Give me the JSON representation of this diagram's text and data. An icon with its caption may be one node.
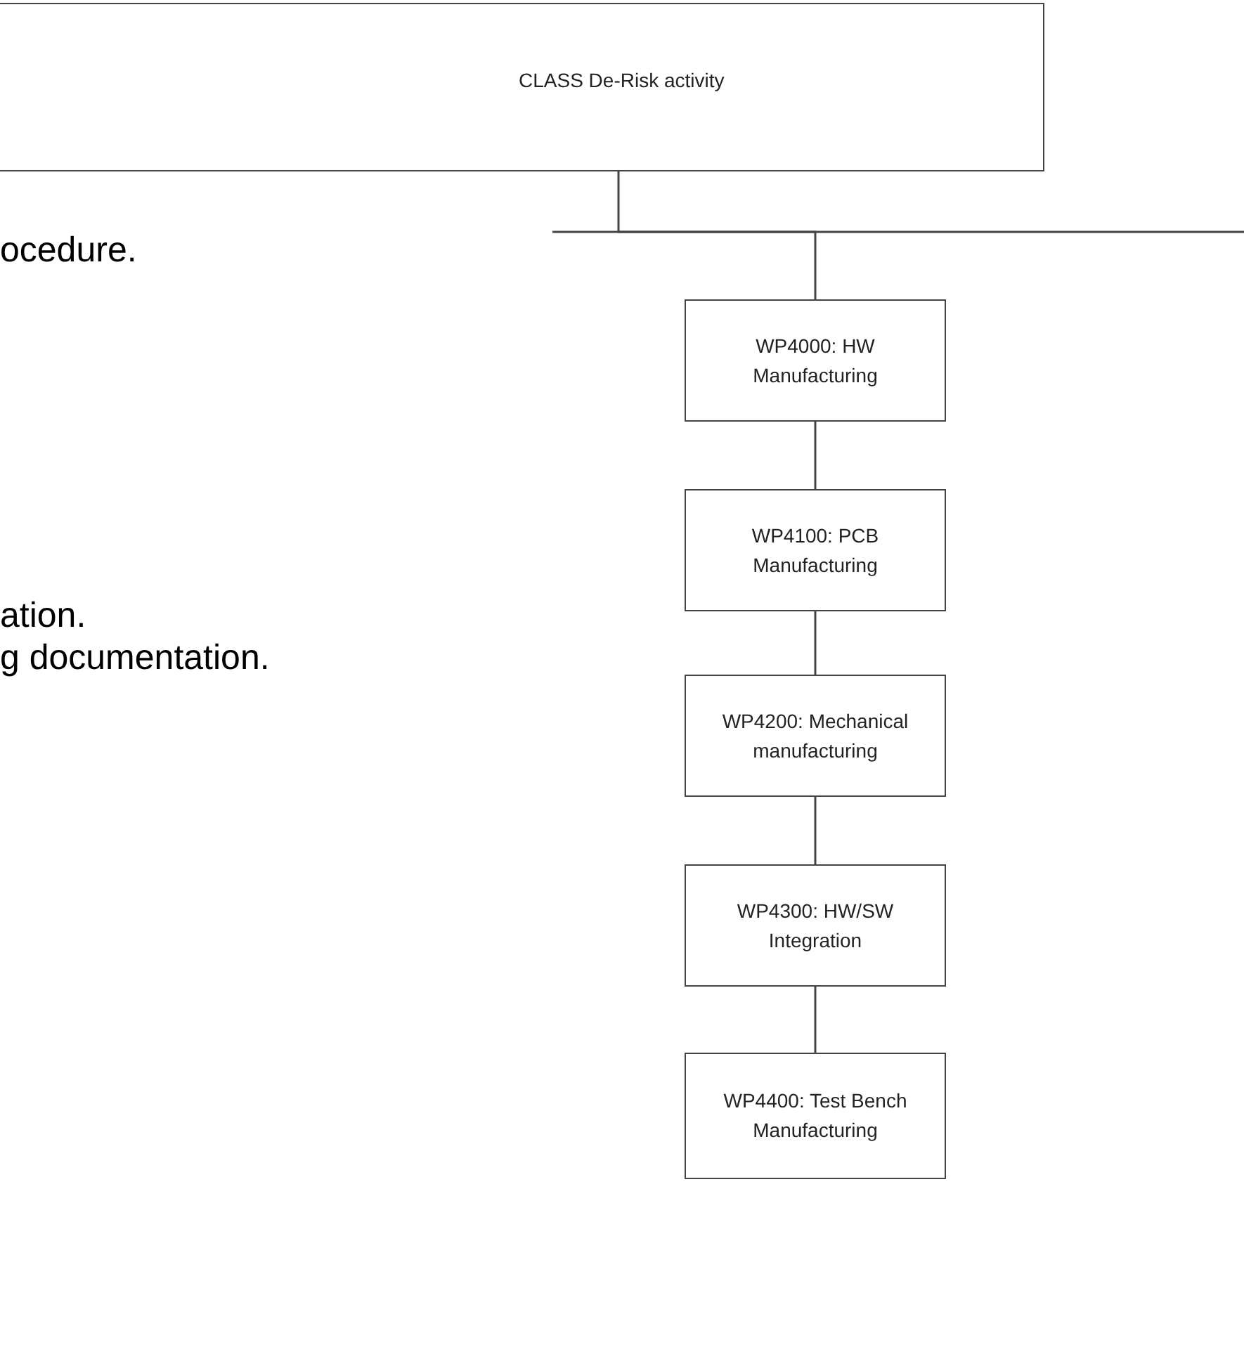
{
  "diagram": {
    "nodes": [
      {
        "text": [
          "CLASS De-Risk activity"
        ]
      },
      {
        "text": [
          "WP4000: HW Manufacturing"
        ]
      },
      {
        "text": [
          "WP4100: PCB Manufacturing"
        ]
      },
      {
        "text": [
          "WP4200: Mechanical manufacturing"
        ]
      },
      {
        "text": [
          "WP4300: HW/SW Integration"
        ]
      },
      {
        "text": [
          "WP4400: Test Bench Manufacturing"
        ]
      }
    ],
    "edges": [
      {
        "from": 0,
        "to": 1,
        "arrow": "none"
      },
      {
        "from": 1,
        "to": 2,
        "arrow": "none"
      },
      {
        "from": 2,
        "to": 3,
        "arrow": "none"
      },
      {
        "from": 3,
        "to": 4,
        "arrow": "none"
      },
      {
        "from": 4,
        "to": 5,
        "arrow": "none"
      }
    ],
    "labels": [
      "ocedure.",
      "ation.",
      "g documentation."
    ]
  }
}
